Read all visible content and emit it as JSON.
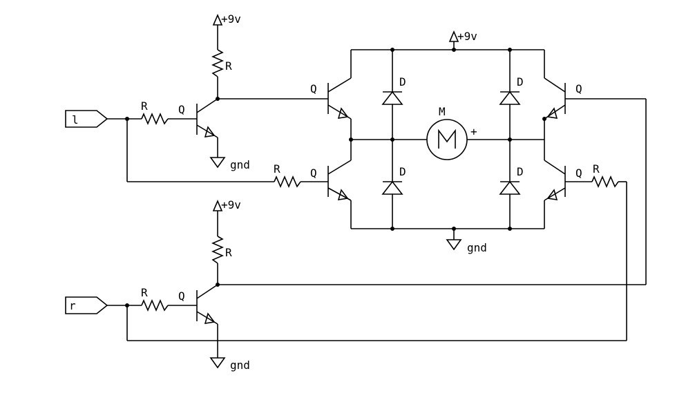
{
  "colors": {
    "background": "#ffffff",
    "ink": "#000000"
  },
  "inputs": {
    "left": "l",
    "right": "r"
  },
  "labels": {
    "vcc": "+9v",
    "gnd": "gnd",
    "resistor": "R",
    "transistor": "Q",
    "diode": "D",
    "motor": "M",
    "motor_polarity": "+"
  }
}
